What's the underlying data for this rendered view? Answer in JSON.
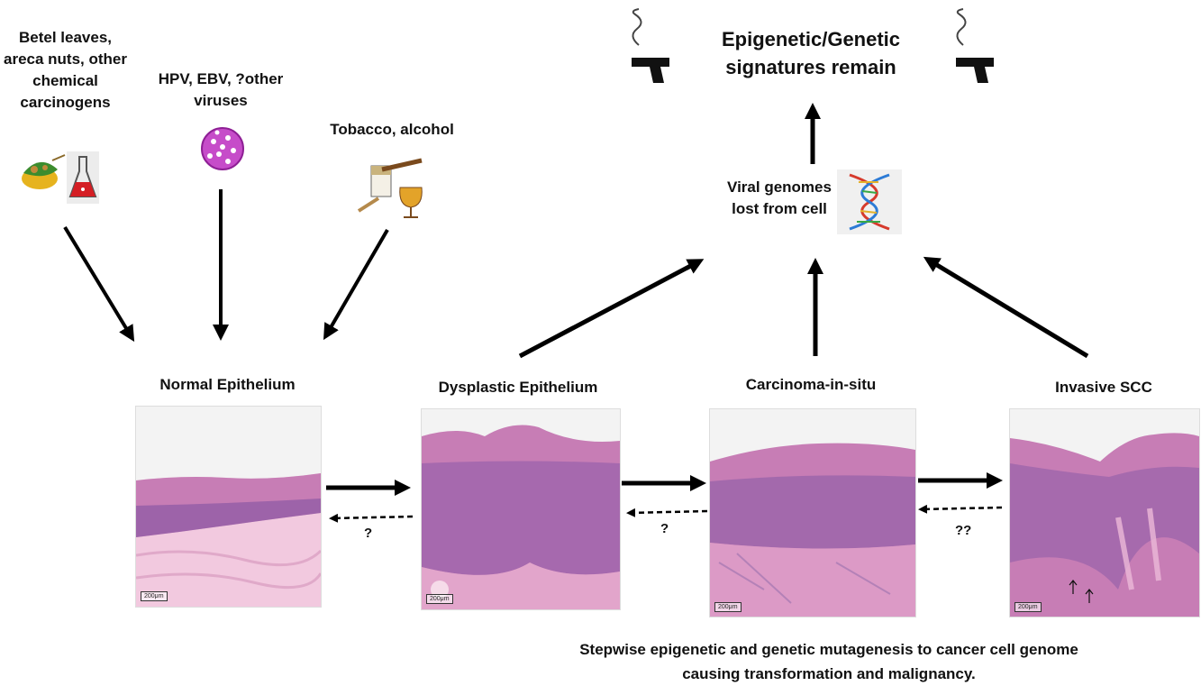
{
  "causes": {
    "betel": [
      "Betel leaves,",
      "areca nuts,  other",
      "chemical",
      "carcinogens"
    ],
    "viruses": [
      "HPV, EBV, ?other",
      "viruses"
    ],
    "tobacco": "Tobacco, alcohol"
  },
  "top": {
    "signatures": [
      "Epigenetic/Genetic",
      "signatures remain"
    ],
    "viral": [
      "Viral genomes",
      "lost from cell"
    ]
  },
  "stages": [
    "Normal Epithelium",
    "Dysplastic Epithelium",
    "Carcinoma-in-situ",
    "Invasive SCC"
  ],
  "scale_labels": [
    "200μm",
    "200μm",
    "200μm",
    "200μm"
  ],
  "reverse_labels": [
    "?",
    "?",
    "??"
  ],
  "caption": [
    "Stepwise epigenetic and genetic mutagenesis to cancer cell genome",
    "causing transformation and malignancy."
  ],
  "icons": [
    "betel-leaf-icon",
    "flask-icon",
    "virus-icon",
    "cigarette-brandy-icon",
    "dna-icon",
    "smoking-gun-icon"
  ],
  "colors": {
    "tissue": "#d98bc0",
    "nuclei": "#5a3d8f",
    "stroma": "#efc4dc",
    "arrow": "#000000"
  }
}
